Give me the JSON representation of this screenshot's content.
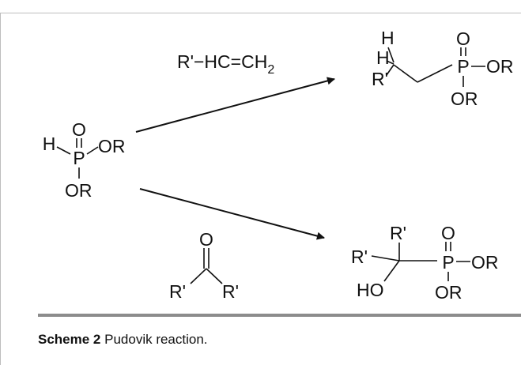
{
  "scheme": {
    "reagent_alkene": "R'−HC=CH",
    "reagent_alkene_sub": "2",
    "phosphite": {
      "oxo": "O",
      "hydrogen": "H",
      "p": "P",
      "or_right": "OR",
      "or_bottom": "OR"
    },
    "product_top": {
      "h1": "H",
      "h2": "H",
      "r": "R'",
      "oxo": "O",
      "p": "P",
      "or_right": "OR",
      "or_bottom": "OR"
    },
    "reagent_ketone": {
      "oxo": "O",
      "r_left": "R'",
      "r_right": "R'"
    },
    "product_bottom": {
      "r_top": "R'",
      "r_left": "R'",
      "ho": "HO",
      "oxo": "O",
      "p": "P",
      "or_right": "OR",
      "or_bottom": "OR"
    }
  },
  "caption": {
    "label": "Scheme 2",
    "text": " Pudovik reaction."
  }
}
